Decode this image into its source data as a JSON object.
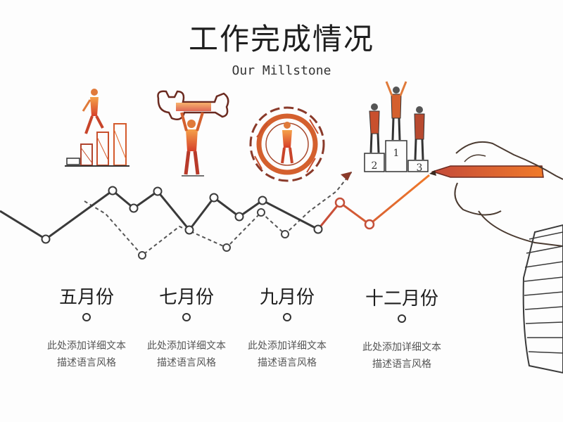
{
  "title": "工作完成情况",
  "subtitle": "Our Millstone",
  "milestones": [
    {
      "month": "五月份",
      "desc_line1": "此处添加详细文本",
      "desc_line2": "描述语言风格"
    },
    {
      "month": "七月份",
      "desc_line1": "此处添加详细文本",
      "desc_line2": "描述语言风格"
    },
    {
      "month": "九月份",
      "desc_line1": "此处添加详细文本",
      "desc_line2": "描述语言风格"
    },
    {
      "month": "十二月份",
      "desc_line1": "此处添加详细文本",
      "desc_line2": "描述语言风格"
    }
  ],
  "podium_labels": [
    "2",
    "1",
    "3"
  ],
  "icons": [
    "bar-chart-climber-icon",
    "wrench-lifter-icon",
    "gear-person-icon",
    "podium-winners-icon",
    "hand-drawing-pen-icon"
  ],
  "colors": {
    "accent": "#e0562a",
    "accent_light": "#f08a3a",
    "ink": "#2b2b2b"
  }
}
